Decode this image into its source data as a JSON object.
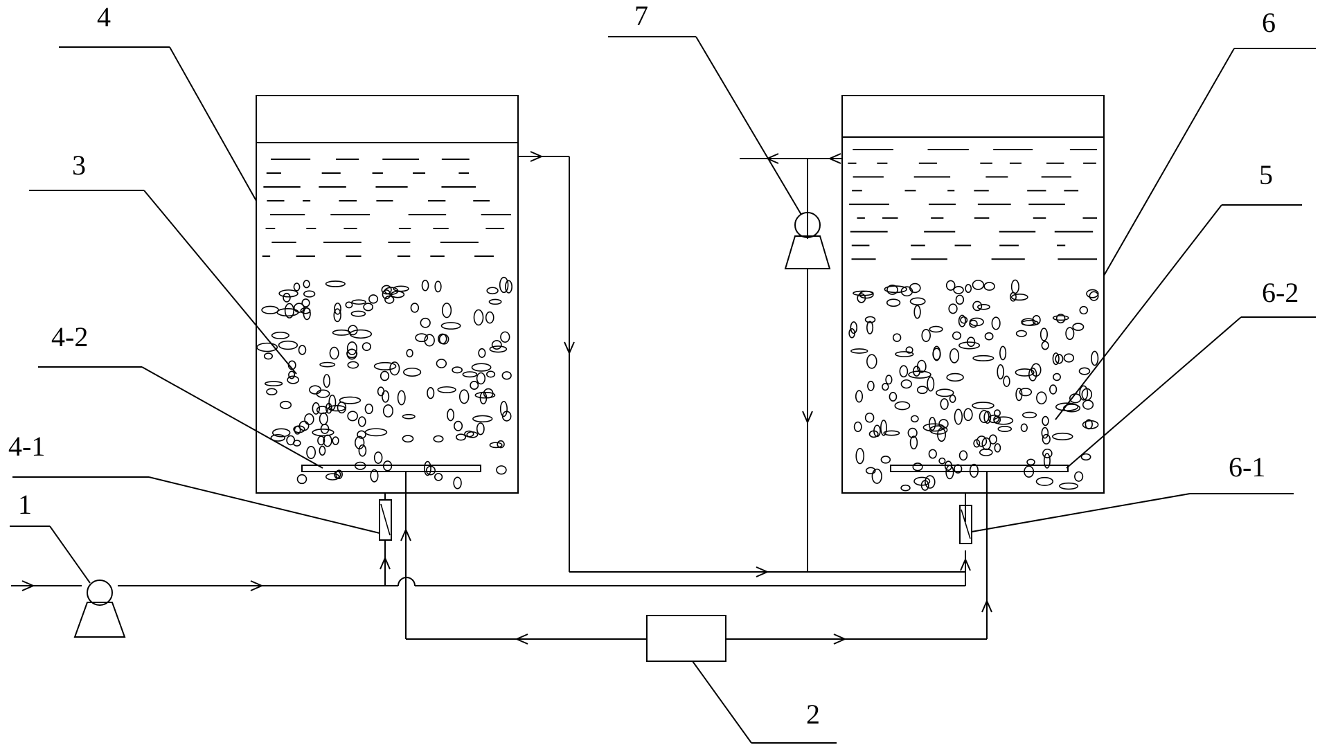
{
  "labels": {
    "pump": "1",
    "controller": "2",
    "media_left": "3",
    "tank_left": "4",
    "flowmeter_left": "4-1",
    "diffuser_left": "4-2",
    "media_right": "5",
    "tank_right": "6",
    "flowmeter_right": "6-1",
    "diffuser_right": "6-2",
    "pump_right": "7"
  },
  "colors": {
    "stroke": "#000000",
    "background": "#ffffff"
  },
  "icons": {
    "pump": "pump-icon",
    "flowmeter": "flowmeter-icon",
    "controller": "controller-box",
    "flow_arrow": "flow-arrow-icon"
  }
}
